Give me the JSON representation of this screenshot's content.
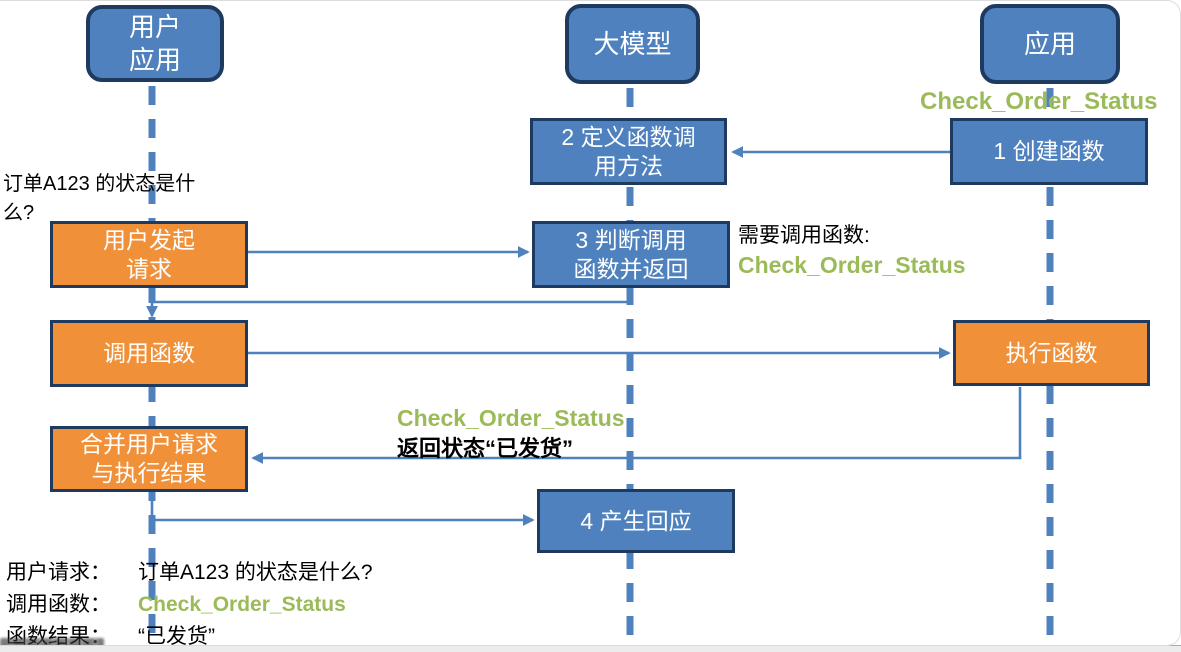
{
  "colors": {
    "node_blue": "#4e81bd",
    "line_blue": "#4f81bd",
    "border_navy": "#1f3a5f",
    "orange": "#f0913a",
    "green": "#9bbb59",
    "text_black": "#000000"
  },
  "lanes": [
    {
      "label": "用户\n应用"
    },
    {
      "label": "大模型"
    },
    {
      "label": "应用"
    }
  ],
  "steps": {
    "create_function": "1 创建函数",
    "define_method": "2 定义函数调\n用方法",
    "judge_call": "3 判断调用\n函数并返回",
    "respond": "4 产生回应",
    "user_request": "用户发起\n请求",
    "call_function": "调用函数",
    "exec_function": "执行函数",
    "merge_result": "合并用户请求\n与执行结果"
  },
  "annotations": {
    "top_function_name": "Check_Order_Status",
    "user_question": "订单A123 的状态是什么?",
    "need_call_label": "需要调用函数:",
    "need_call_value": "Check_Order_Status",
    "return_fn": "Check_Order_Status",
    "return_status": "返回状态“已发货”",
    "summary": [
      {
        "label": "用户请求：",
        "value": "订单A123 的状态是什么?"
      },
      {
        "label": "调用函数：",
        "value": "Check_Order_Status"
      },
      {
        "label": "函数结果：",
        "value": "“已发货”"
      }
    ]
  }
}
